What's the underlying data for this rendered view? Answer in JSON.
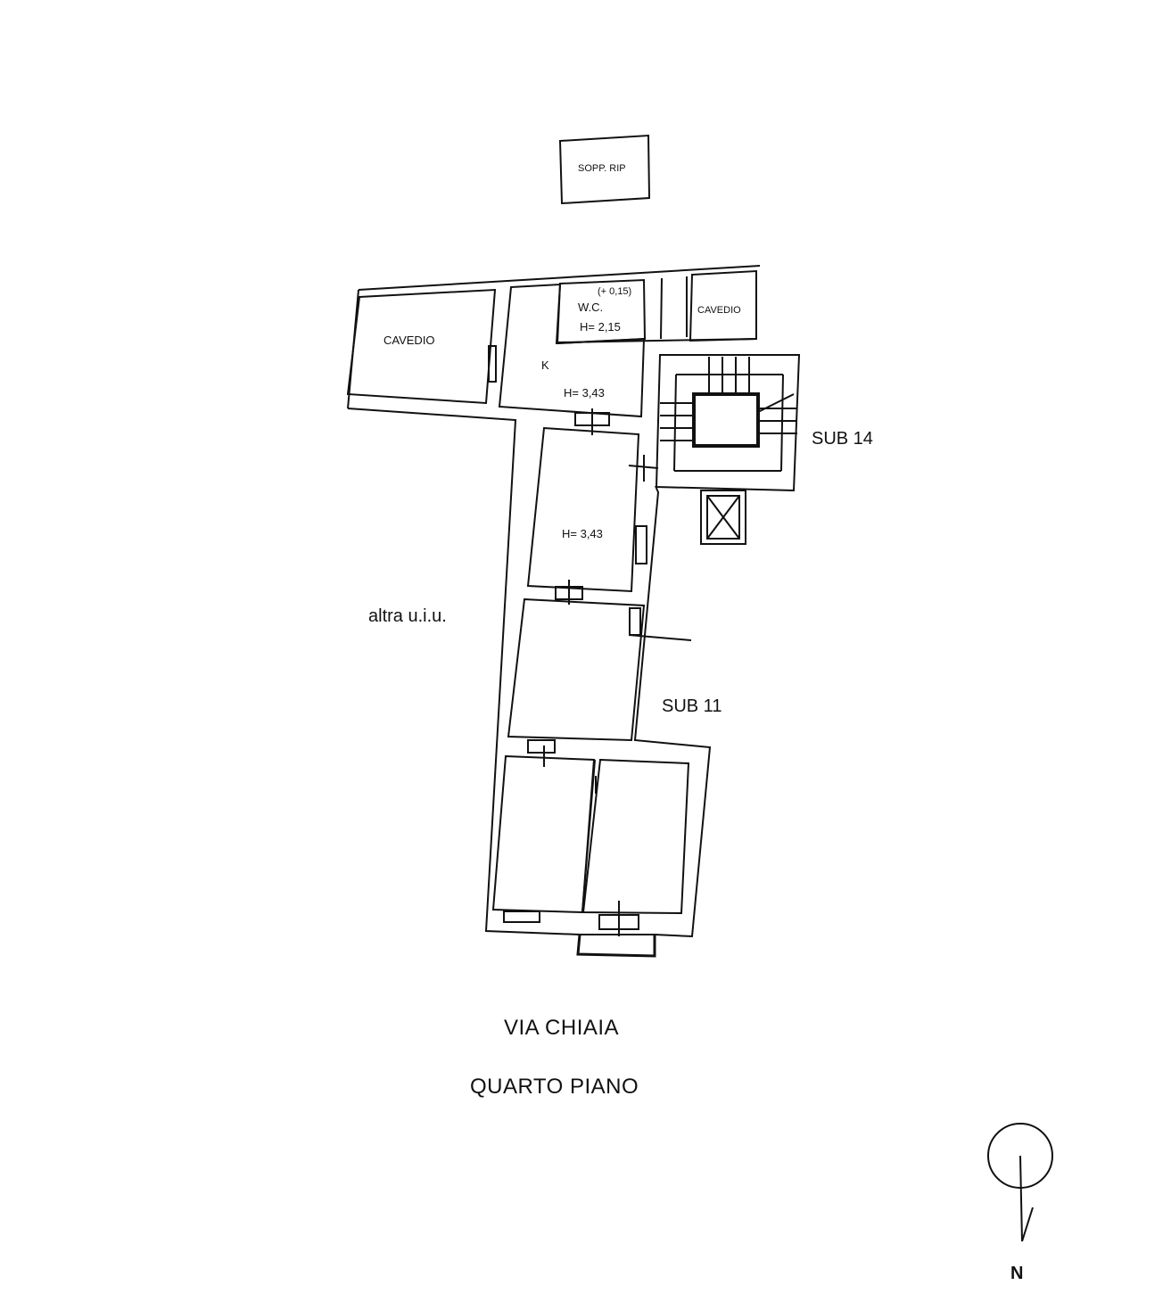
{
  "labels": {
    "sopp_rip": "SOPP. RIP",
    "cavedio_left": "CAVEDIO",
    "cavedio_right": "CAVEDIO",
    "wc_offset": "(+ 0,15)",
    "wc": "W.C.",
    "wc_height": "H= 2,15",
    "kitchen": "K",
    "kitchen_height": "H= 3,43",
    "room_height": "H= 3,43",
    "sub14": "SUB 14",
    "sub11": "SUB 11",
    "altra": "altra u.i.u.",
    "street": "VIA CHIAIA",
    "floor": "QUARTO PIANO",
    "north": "N"
  },
  "colors": {
    "ink": "#111111",
    "paper": "#ffffff"
  },
  "icons": {
    "north_arrow": "north-arrow-icon",
    "elevator": "elevator-cross-icon",
    "stair": "staircase-icon"
  }
}
